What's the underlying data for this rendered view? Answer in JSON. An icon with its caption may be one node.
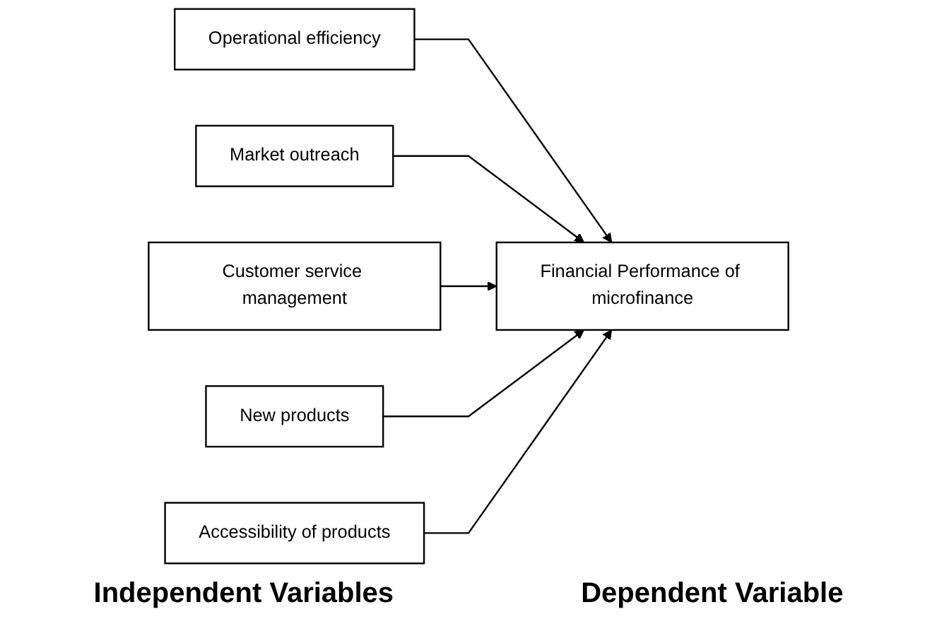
{
  "diagram": {
    "nodes": [
      {
        "text": [
          "Operational efficiency"
        ]
      },
      {
        "text": [
          "Market outreach"
        ]
      },
      {
        "text": [
          "Customer service management"
        ]
      },
      {
        "text": [
          "New products"
        ]
      },
      {
        "text": [
          "Accessibility of products"
        ]
      },
      {
        "text": [
          "Financial Performance of microfinance"
        ]
      }
    ],
    "edges": [
      {
        "from": 0,
        "to": 5,
        "arrow": "to"
      },
      {
        "from": 1,
        "to": 5,
        "arrow": "to"
      },
      {
        "from": 2,
        "to": 5,
        "arrow": "to"
      },
      {
        "from": 3,
        "to": 5,
        "arrow": "to"
      },
      {
        "from": 4,
        "to": 5,
        "arrow": "to"
      }
    ],
    "labels": [
      "Independent Variables",
      "Dependent Variable"
    ]
  }
}
